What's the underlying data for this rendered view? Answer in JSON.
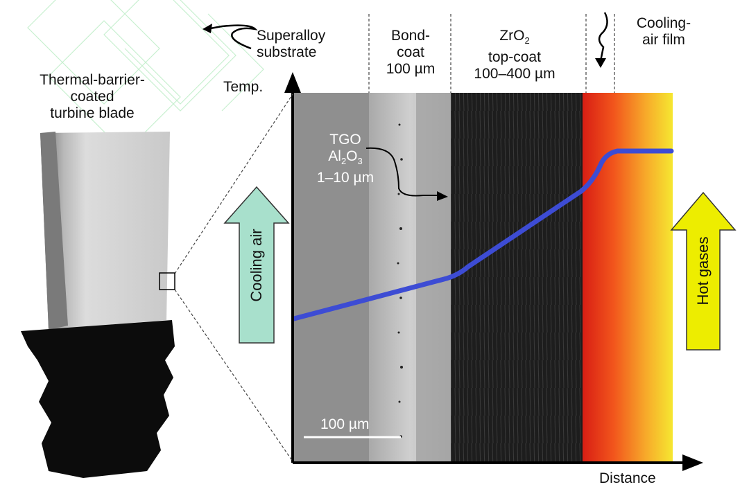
{
  "labels": {
    "superalloy_line1": "Superalloy",
    "superalloy_line2": "substrate",
    "bondcoat_line1": "Bond-",
    "bondcoat_line2": "coat",
    "bondcoat_line3": "100 µm",
    "topcoat_zro": "ZrO",
    "topcoat_zro_sub": "2",
    "topcoat_line2": "top-coat",
    "topcoat_line3": "100–400 µm",
    "cooling_film_line1": "Cooling-",
    "cooling_film_line2": "air film",
    "blade_line1": "Thermal-barrier-",
    "blade_line2": "coated",
    "blade_line3": "turbine blade",
    "temp_axis": "Temp.",
    "distance_axis": "Distance",
    "tgo_line1": "TGO",
    "tgo_al": "Al",
    "tgo_al_sub": "2",
    "tgo_o": "O",
    "tgo_o_sub": "3",
    "tgo_line3": "1–10 µm",
    "cooling_air": "Cooling air",
    "hot_gases": "Hot gases",
    "scale_bar": "100 µm"
  },
  "colors": {
    "substrate": "#8e8e8e",
    "bondcoat": "#b9b9b9",
    "topcoat": "#1c1c1c",
    "film_start": "#e82a1d",
    "film_end": "#f7ec2c",
    "hot_yellow": "#e8e83a",
    "temperature_curve": "#3d4cd4",
    "cooling_arrow": "#a8e0cc",
    "hot_arrow": "#eded00"
  }
}
